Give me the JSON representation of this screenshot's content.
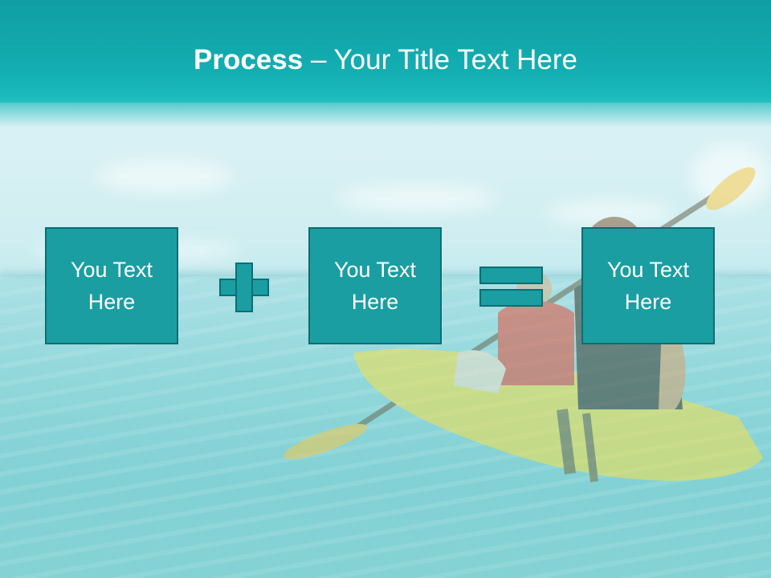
{
  "slide": {
    "title_bold": "Process",
    "title_rest": " – Your Title Text Here",
    "boxes": [
      {
        "text": "You Text\nHere"
      },
      {
        "text": "You Text\nHere"
      },
      {
        "text": "You Text\nHere"
      }
    ],
    "operators": [
      "plus-icon",
      "equals-icon"
    ]
  },
  "colors": {
    "header": "#14aeb2",
    "box_fill": "#1a9ea2",
    "box_border": "#0c6e72",
    "text": "#ffffff"
  }
}
